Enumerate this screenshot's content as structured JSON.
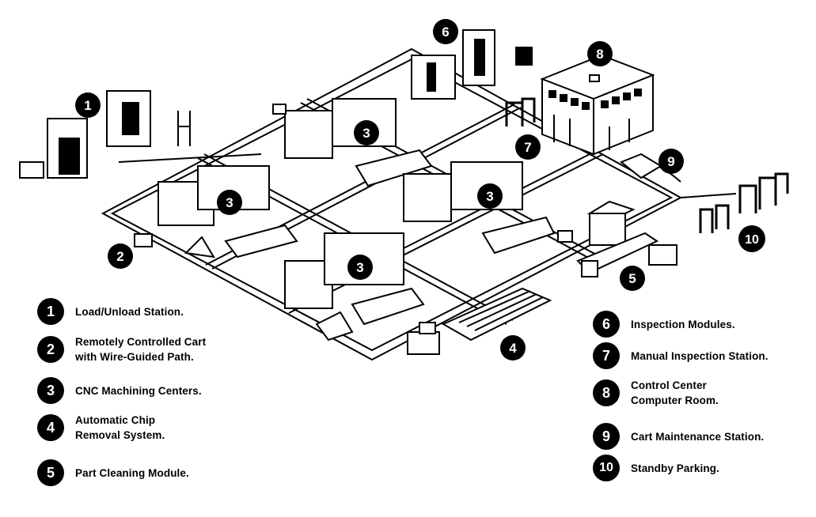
{
  "callouts": [
    "1",
    "2",
    "3",
    "3",
    "3",
    "3",
    "4",
    "5",
    "6",
    "7",
    "8",
    "9",
    "10"
  ],
  "legend": [
    {
      "num": "1",
      "lines": [
        "Load/Unload Station."
      ]
    },
    {
      "num": "2",
      "lines": [
        "Remotely Controlled Cart",
        "with Wire-Guided Path."
      ]
    },
    {
      "num": "3",
      "lines": [
        "CNC Machining Centers."
      ]
    },
    {
      "num": "4",
      "lines": [
        "Automatic Chip",
        "Removal System."
      ]
    },
    {
      "num": "5",
      "lines": [
        "Part Cleaning Module."
      ]
    },
    {
      "num": "6",
      "lines": [
        "Inspection Modules."
      ]
    },
    {
      "num": "7",
      "lines": [
        "Manual Inspection Station."
      ]
    },
    {
      "num": "8",
      "lines": [
        "Control Center",
        "Computer Room."
      ]
    },
    {
      "num": "9",
      "lines": [
        "Cart Maintenance Station."
      ]
    },
    {
      "num": "10",
      "lines": [
        "Standby Parking."
      ]
    }
  ]
}
